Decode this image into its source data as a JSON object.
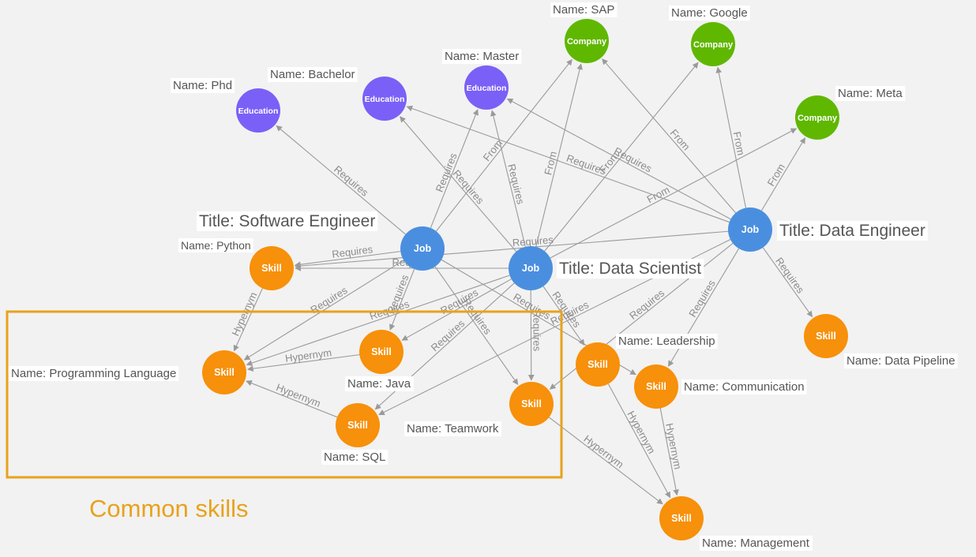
{
  "colors": {
    "background": "#f2f2f2",
    "job": "#4a8fdf",
    "skill": "#f7900a",
    "education": "#7a60f7",
    "company": "#60b700",
    "edge": "#9a9a9a",
    "highlight": "#e8a21c"
  },
  "nodes": [
    {
      "id": "job_se",
      "type": "Job",
      "label": "Title: Software Engineer"
    },
    {
      "id": "job_ds",
      "type": "Job",
      "label": "Title: Data Scientist"
    },
    {
      "id": "job_de",
      "type": "Job",
      "label": "Title: Data Engineer"
    },
    {
      "id": "edu_phd",
      "type": "Education",
      "label": "Name: Phd"
    },
    {
      "id": "edu_bachelor",
      "type": "Education",
      "label": "Name: Bachelor"
    },
    {
      "id": "edu_master",
      "type": "Education",
      "label": "Name: Master"
    },
    {
      "id": "co_sap",
      "type": "Company",
      "label": "Name: SAP"
    },
    {
      "id": "co_google",
      "type": "Company",
      "label": "Name: Google"
    },
    {
      "id": "co_meta",
      "type": "Company",
      "label": "Name: Meta"
    },
    {
      "id": "sk_python",
      "type": "Skill",
      "label": "Name: Python"
    },
    {
      "id": "sk_pl",
      "type": "Skill",
      "label": "Name: Programming Language"
    },
    {
      "id": "sk_java",
      "type": "Skill",
      "label": "Name: Java"
    },
    {
      "id": "sk_sql",
      "type": "Skill",
      "label": "Name: SQL"
    },
    {
      "id": "sk_team",
      "type": "Skill",
      "label": "Name: Teamwork"
    },
    {
      "id": "sk_lead",
      "type": "Skill",
      "label": "Name: Leadership"
    },
    {
      "id": "sk_comm",
      "type": "Skill",
      "label": "Name: Communication"
    },
    {
      "id": "sk_mgmt",
      "type": "Skill",
      "label": "Name: Management"
    },
    {
      "id": "sk_pipe",
      "type": "Skill",
      "label": "Name: Data Pipeline"
    }
  ],
  "edges": [
    {
      "from": "job_se",
      "to": "edu_phd",
      "label": "Requires"
    },
    {
      "from": "job_se",
      "to": "edu_master",
      "label": "Requires"
    },
    {
      "from": "job_se",
      "to": "co_sap",
      "label": "From"
    },
    {
      "from": "job_se",
      "to": "sk_python",
      "label": "Requires"
    },
    {
      "from": "job_se",
      "to": "sk_pl",
      "label": "Requires"
    },
    {
      "from": "job_se",
      "to": "sk_java",
      "label": "Requires"
    },
    {
      "from": "job_se",
      "to": "sk_team",
      "label": "Requires"
    },
    {
      "from": "job_se",
      "to": "sk_comm",
      "label": "Requires"
    },
    {
      "from": "job_ds",
      "to": "edu_bachelor",
      "label": "Requires"
    },
    {
      "from": "job_ds",
      "to": "edu_master",
      "label": "Requires"
    },
    {
      "from": "job_ds",
      "to": "co_sap",
      "label": "From"
    },
    {
      "from": "job_ds",
      "to": "co_google",
      "label": "From"
    },
    {
      "from": "job_ds",
      "to": "co_meta",
      "label": "From"
    },
    {
      "from": "job_ds",
      "to": "sk_python",
      "label": "Requires"
    },
    {
      "from": "job_ds",
      "to": "sk_pl",
      "label": "Requires"
    },
    {
      "from": "job_ds",
      "to": "sk_java",
      "label": "Requires"
    },
    {
      "from": "job_ds",
      "to": "sk_sql",
      "label": "Requires"
    },
    {
      "from": "job_ds",
      "to": "sk_team",
      "label": "Requires"
    },
    {
      "from": "job_ds",
      "to": "sk_lead",
      "label": "Requires"
    },
    {
      "from": "job_de",
      "to": "edu_bachelor",
      "label": "Requires"
    },
    {
      "from": "job_de",
      "to": "edu_master",
      "label": "Requires"
    },
    {
      "from": "job_de",
      "to": "co_sap",
      "label": "From"
    },
    {
      "from": "job_de",
      "to": "co_google",
      "label": "From"
    },
    {
      "from": "job_de",
      "to": "co_meta",
      "label": "From"
    },
    {
      "from": "job_de",
      "to": "sk_python",
      "label": "Requires"
    },
    {
      "from": "job_de",
      "to": "sk_sql",
      "label": "Requires"
    },
    {
      "from": "job_de",
      "to": "sk_team",
      "label": "Requires"
    },
    {
      "from": "job_de",
      "to": "sk_comm",
      "label": "Requires"
    },
    {
      "from": "job_de",
      "to": "sk_pipe",
      "label": "Requires"
    },
    {
      "from": "sk_python",
      "to": "sk_pl",
      "label": "Hypernym"
    },
    {
      "from": "sk_java",
      "to": "sk_pl",
      "label": "Hypernym"
    },
    {
      "from": "sk_sql",
      "to": "sk_pl",
      "label": "Hypernym"
    },
    {
      "from": "sk_team",
      "to": "sk_mgmt",
      "label": "Hypernym"
    },
    {
      "from": "sk_lead",
      "to": "sk_mgmt",
      "label": "Hypernym"
    },
    {
      "from": "sk_comm",
      "to": "sk_mgmt",
      "label": "Hypernym"
    }
  ],
  "highlight_caption": "Common skills"
}
